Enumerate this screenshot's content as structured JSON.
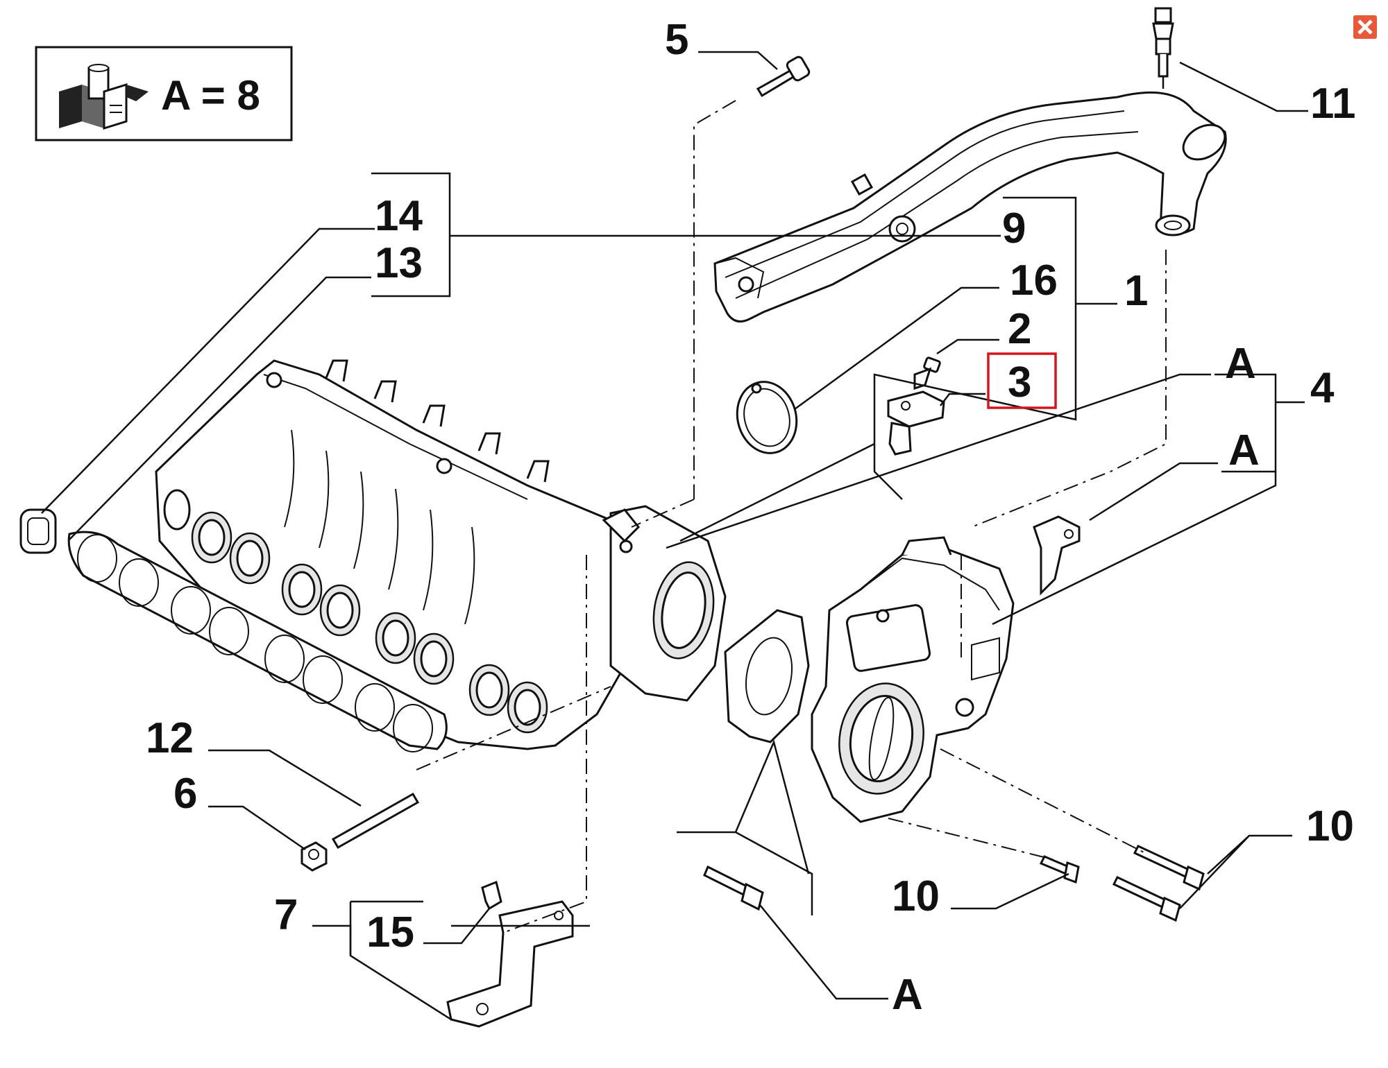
{
  "legend": {
    "text": "A = 8"
  },
  "labels": {
    "l1": "1",
    "l2": "2",
    "l3": "3",
    "l4": "4",
    "l5": "5",
    "l6": "6",
    "l7": "7",
    "l9": "9",
    "l10a": "10",
    "l10b": "10",
    "l11": "11",
    "l12": "12",
    "l13": "13",
    "l14": "14",
    "l15": "15",
    "l16": "16",
    "lA1": "A",
    "lA2": "A",
    "lA3": "A"
  },
  "highlight": {
    "label": "3",
    "color": "#d0161e"
  },
  "colors": {
    "line": "#111111",
    "close_button": "#e8583a"
  },
  "icons": {
    "close": "close-icon",
    "tool": "tool-kit-icon"
  }
}
